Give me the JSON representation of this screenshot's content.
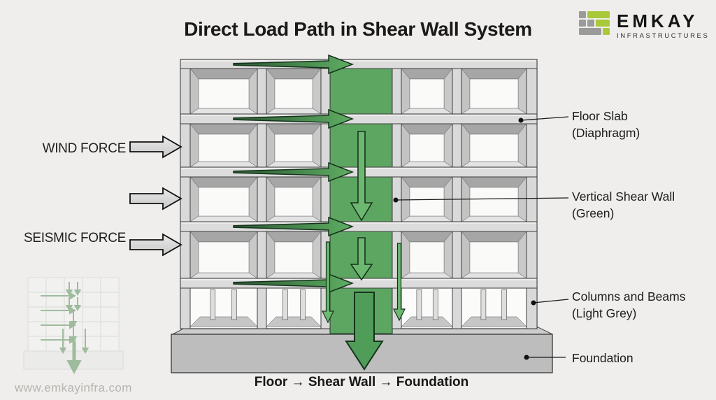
{
  "title": "Direct Load Path in Shear Wall System",
  "logo": {
    "name": "EMKAY",
    "subtitle": "INFRASTRUCTURES"
  },
  "forces": {
    "wind": "WIND FORCE",
    "seismic": "SEISMIC FORCE"
  },
  "annotations": {
    "floor_slab": {
      "line1": "Floor Slab",
      "line2": "(Diaphragm)"
    },
    "shear_wall": {
      "line1": "Vertical Shear Wall",
      "line2": "(Green)"
    },
    "columns_beams": {
      "line1": "Columns and Beams",
      "line2": "(Light Grey)"
    },
    "foundation": {
      "line1": "Foundation"
    }
  },
  "caption": "Floor → Shear Wall → Foundation",
  "website": "www.emkayinfra.com",
  "colors": {
    "background": "#efeeec",
    "shear_wall_green": "#5da662",
    "load_arrow_green": "#4f9d58",
    "load_arrow_light_green": "#6db871",
    "arrow_outline": "#16331c",
    "structure_grey": "#d9d9d9",
    "slab_grey": "#dcdcdc",
    "foundation_front_grey": "#bdbdbd",
    "foundation_top_grey": "#cdcdcd",
    "force_arrow_grey": "#d7d7d7",
    "brand_lime": "#a9c93a",
    "brand_grey": "#9b9b9b"
  }
}
